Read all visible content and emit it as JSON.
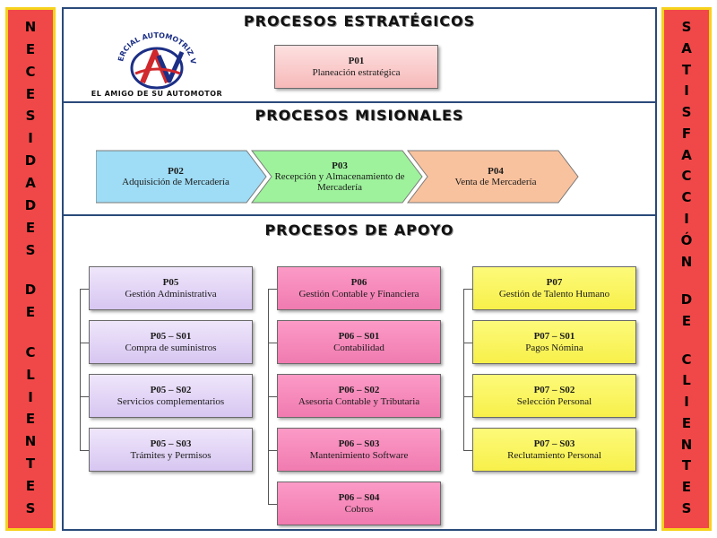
{
  "left_banner": {
    "words": [
      "NECESIDADES",
      "DE",
      "CLIENTES"
    ]
  },
  "right_banner": {
    "words": [
      "SATISFACCIÓN",
      "DE",
      "CLIENTES"
    ]
  },
  "strategic": {
    "title": "PROCESOS ESTRATÉGICOS",
    "logo": {
      "arc_text": "COMERCIAL AUTOMOTRIZ VEGA",
      "monogram": "AV",
      "tagline": "EL AMIGO DE SU AUTOMOTOR",
      "colors": {
        "red": "#d0282c",
        "blue": "#1c2f86"
      }
    },
    "process": {
      "code": "P01",
      "name": "Planeación estratégica"
    }
  },
  "missional": {
    "title": "PROCESOS MISIONALES",
    "processes": [
      {
        "code": "P02",
        "name": "Adquisición de Mercadería",
        "color": "#9fdcf5"
      },
      {
        "code": "P03",
        "name": "Recepción y Almacenamiento de Mercadería",
        "color": "#9ef29c"
      },
      {
        "code": "P04",
        "name": "Venta de Mercadería",
        "color": "#f9c29e"
      }
    ]
  },
  "support": {
    "title": "PROCESOS DE APOYO",
    "columns": [
      {
        "head": {
          "code": "P05",
          "name": "Gestión Administrativa"
        },
        "subs": [
          {
            "code": "P05 – S01",
            "name": "Compra de suministros"
          },
          {
            "code": "P05 – S02",
            "name": "Servicios complementarios"
          },
          {
            "code": "P05 – S03",
            "name": "Trámites y Permisos"
          }
        ]
      },
      {
        "head": {
          "code": "P06",
          "name": "Gestión Contable y Financiera"
        },
        "subs": [
          {
            "code": "P06 – S01",
            "name": "Contabilidad"
          },
          {
            "code": "P06 – S02",
            "name": "Asesoría Contable y Tributaria"
          },
          {
            "code": "P06 – S03",
            "name": "Mantenimiento Software"
          },
          {
            "code": "P06 – S04",
            "name": "Cobros"
          }
        ]
      },
      {
        "head": {
          "code": "P07",
          "name": "Gestión de Talento Humano"
        },
        "subs": [
          {
            "code": "P07 – S01",
            "name": "Pagos Nómina"
          },
          {
            "code": "P07 – S02",
            "name": "Selección Personal"
          },
          {
            "code": "P07 – S03",
            "name": "Reclutamiento Personal"
          }
        ]
      }
    ]
  }
}
